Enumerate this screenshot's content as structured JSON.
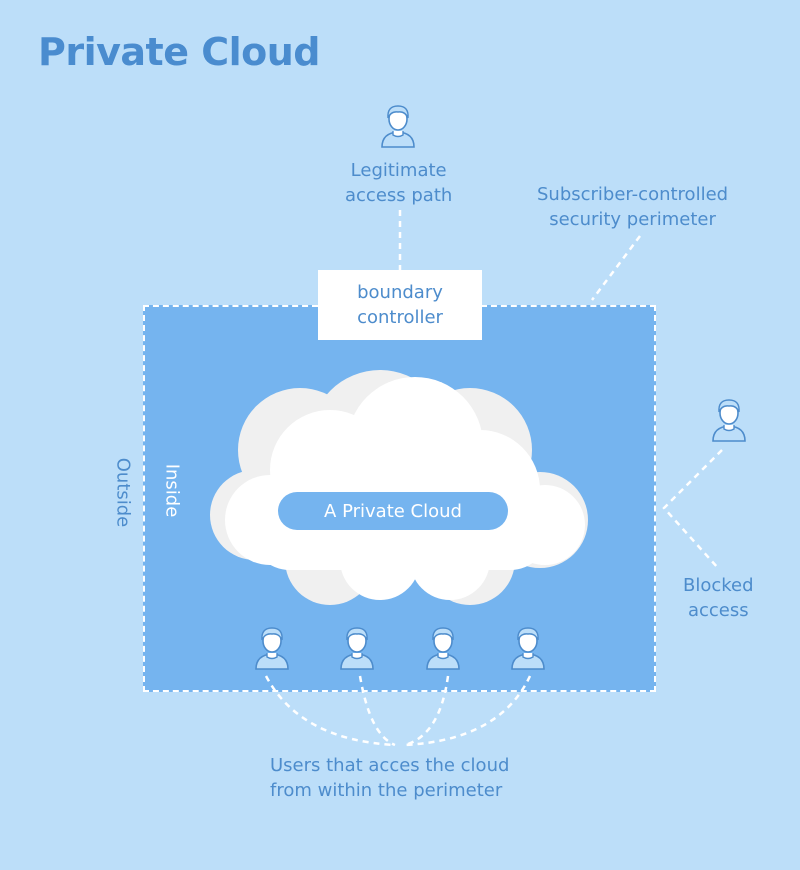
{
  "title": "Private Cloud",
  "labels": {
    "legitimate_access_line1": "Legitimate",
    "legitimate_access_line2": "access path",
    "perimeter_line1": "Subscriber-controlled",
    "perimeter_line2": "security perimeter",
    "boundary_line1": "boundary",
    "boundary_line2": "controller",
    "outside": "Outside",
    "inside": "Inside",
    "cloud": "A Private Cloud",
    "blocked_line1": "Blocked",
    "blocked_line2": "access",
    "users_line1": "Users that acces the cloud",
    "users_line2": "from within the perimeter"
  },
  "icons": {
    "person": "user-icon",
    "cloud": "cloud-icon"
  },
  "colors": {
    "background": "#bcdef9",
    "perimeter_fill": "#75b4ef",
    "text": "#4d8ccc",
    "title": "#4a8ccf",
    "dash": "#ffffff"
  }
}
